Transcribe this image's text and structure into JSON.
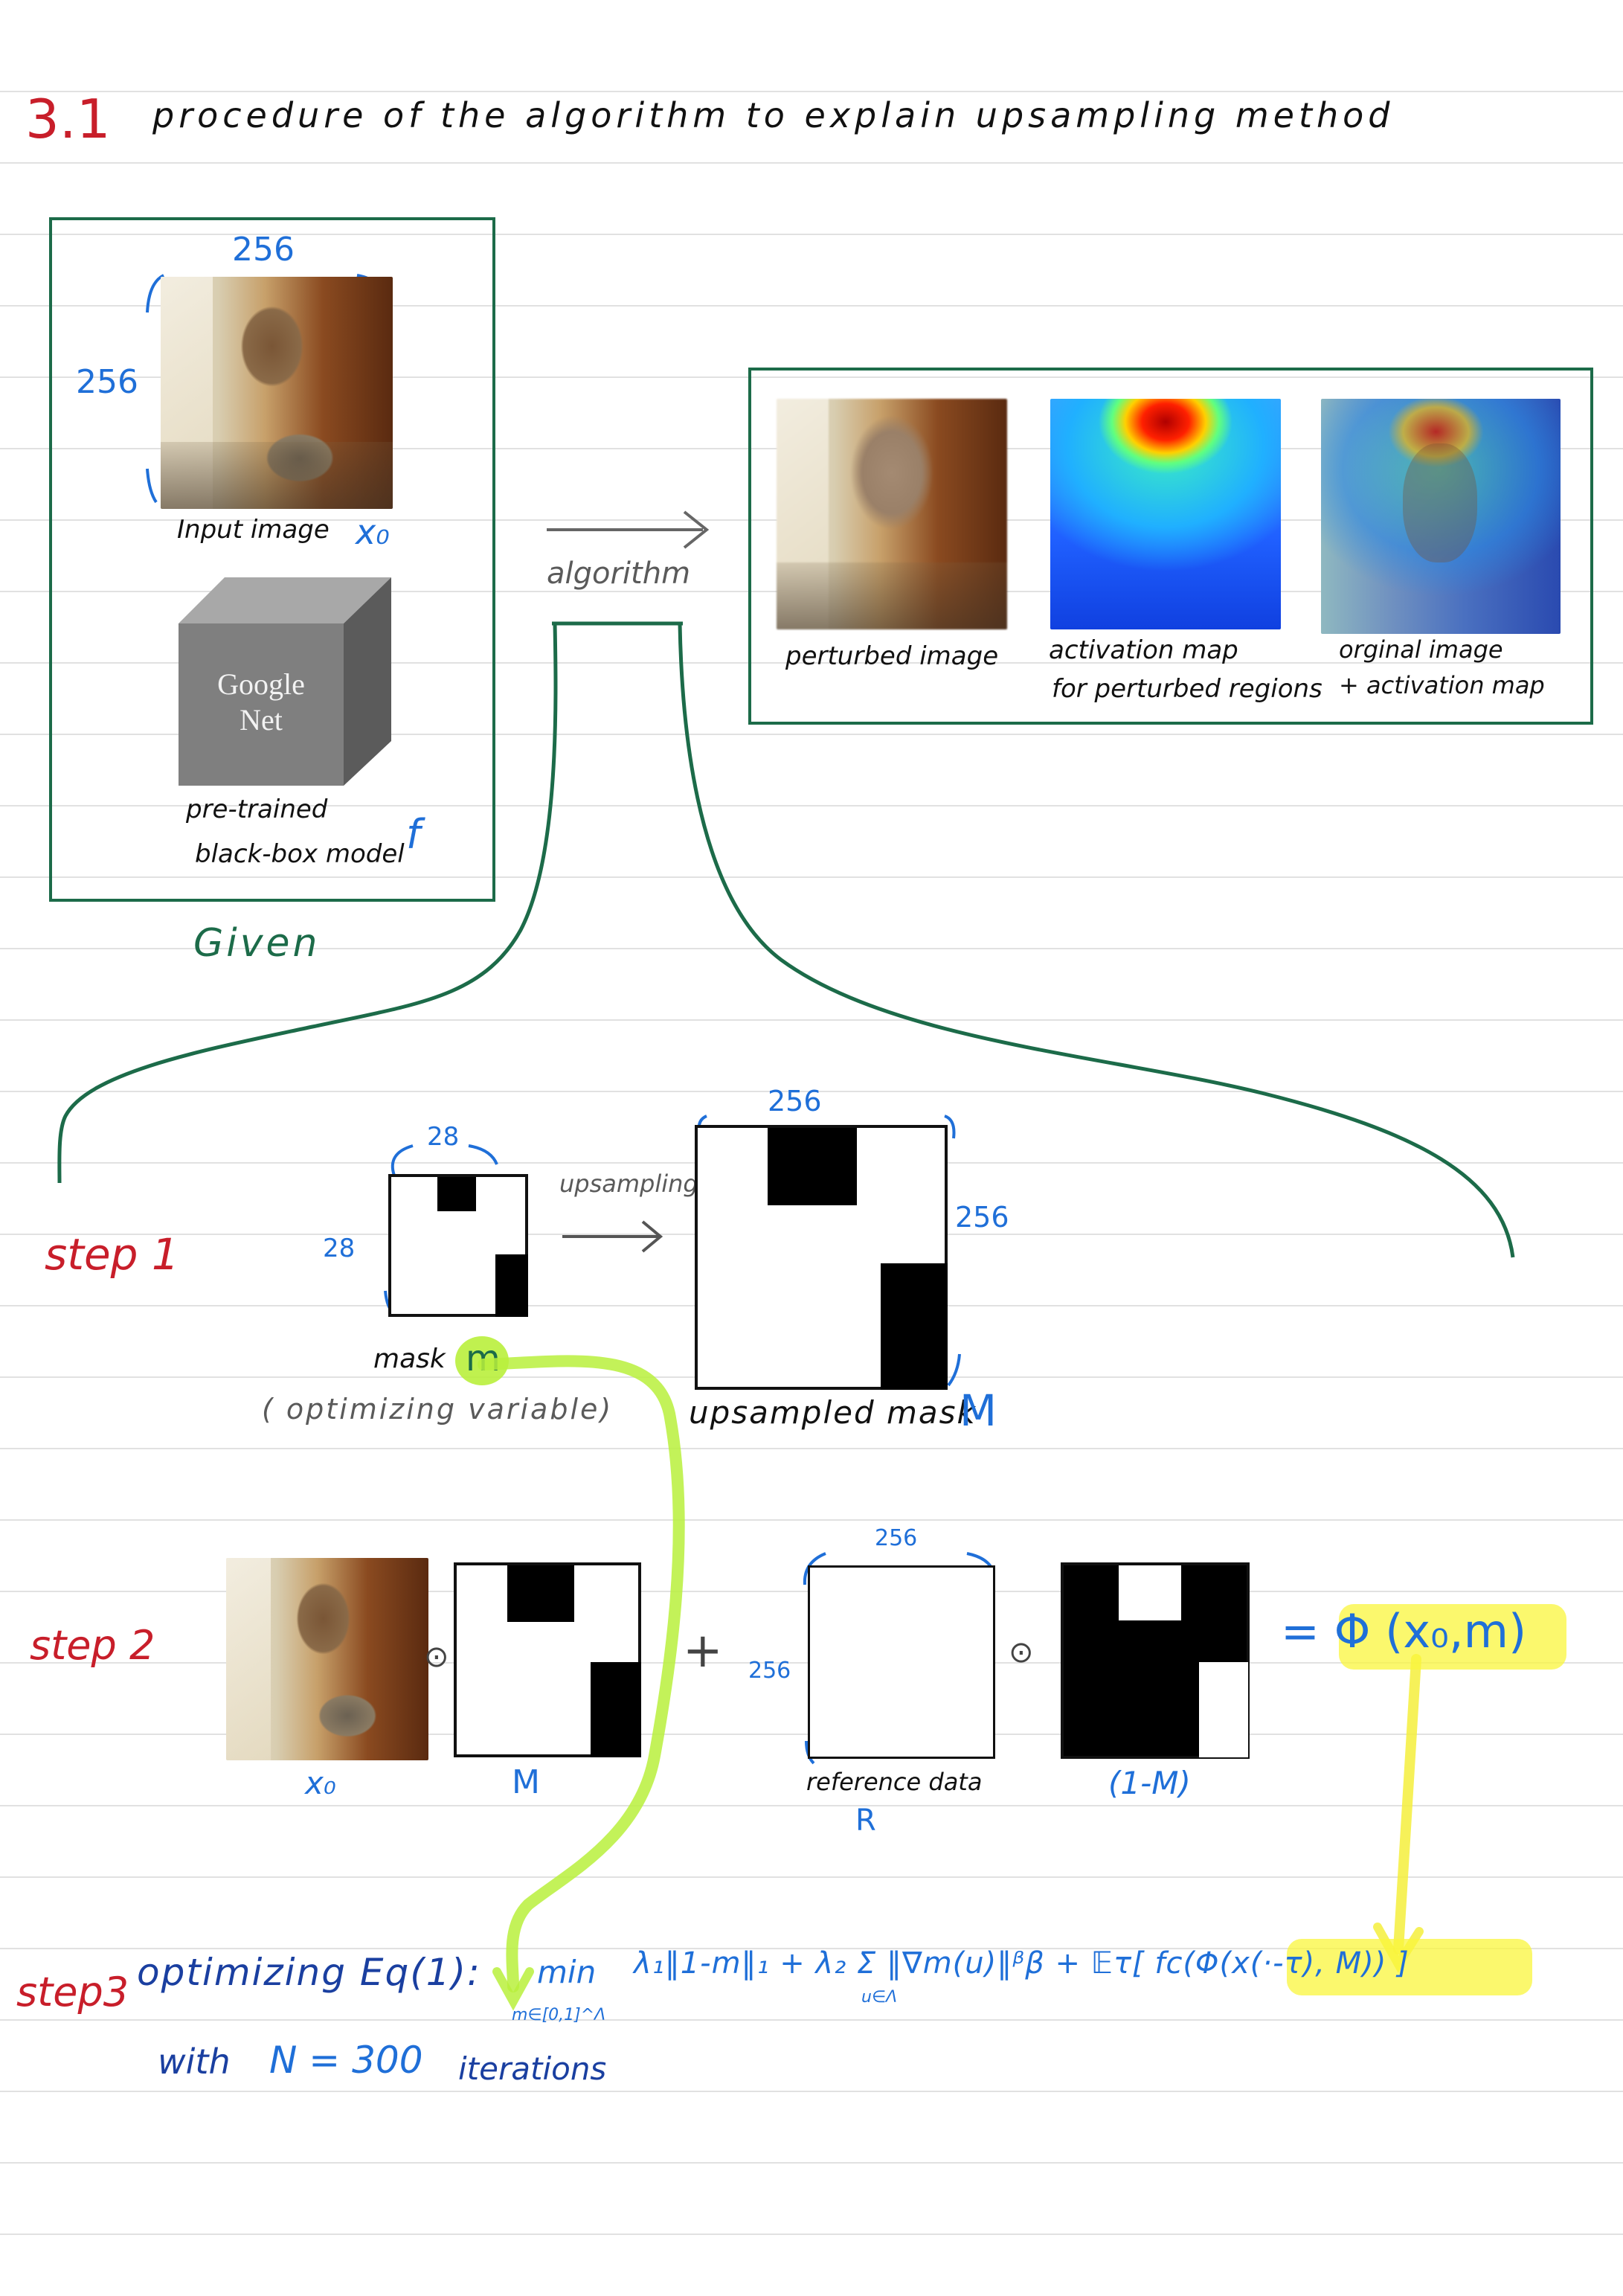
{
  "title": {
    "number": "3.1",
    "text": "procedure of the algorithm to explain upsampling method"
  },
  "given": {
    "label": "Given",
    "size_top": "256",
    "size_left": "256",
    "input_label": "Input image",
    "input_symbol": "x₀",
    "model_name_line1": "Google",
    "model_name_line2": "Net",
    "model_label_line1": "pre-trained",
    "model_label_line2": "black-box model",
    "model_symbol": "f"
  },
  "algorithm": {
    "label": "algorithm"
  },
  "outputs": [
    {
      "label_line1": "perturbed image",
      "label_line2": ""
    },
    {
      "label_line1": "activation map",
      "label_line2": "for perturbed regions"
    },
    {
      "label_line1": "orginal image",
      "label_line2": "+ activation map"
    }
  ],
  "step1": {
    "label": "step 1",
    "mask_size_top": "28",
    "mask_size_left": "28",
    "arrow_label": "upsampling",
    "mask_label": "mask",
    "mask_symbol": "m",
    "mask_sub": "( optimizing variable)",
    "up_size_top": "256",
    "up_size_right": "256",
    "up_label": "upsampled mask",
    "up_symbol": "M"
  },
  "step2": {
    "label": "step 2",
    "x0_label": "x₀",
    "M_label": "M",
    "odot": "⊙",
    "plus": "+",
    "ref_size_top": "256",
    "ref_size_left": "256",
    "ref_label": "reference data",
    "ref_symbol": "R",
    "inv_label": "(1-M)",
    "result": "= Φ (x₀,m)"
  },
  "step3": {
    "label": "step3",
    "text": "optimizing Eq(1):",
    "min": "min",
    "min_sub": "m∈[0,1]^Λ",
    "formula": "λ₁‖1-m‖₁ + λ₂ Σ ‖∇m(u)‖ᵝβ + 𝔼τ[ fc(Φ(x(·-τ), M)) ]",
    "sum_sub": "u∈Λ",
    "line2_with": "with",
    "line2_n": "N = 300",
    "line2_iter": "iterations"
  },
  "colors": {
    "title_red": "#c81e2a",
    "frame_green": "#1c6b49",
    "dim_blue": "#1f6fd8",
    "highlight_yellow": "#f5ee3c",
    "highlight_green": "#b9f03c"
  }
}
